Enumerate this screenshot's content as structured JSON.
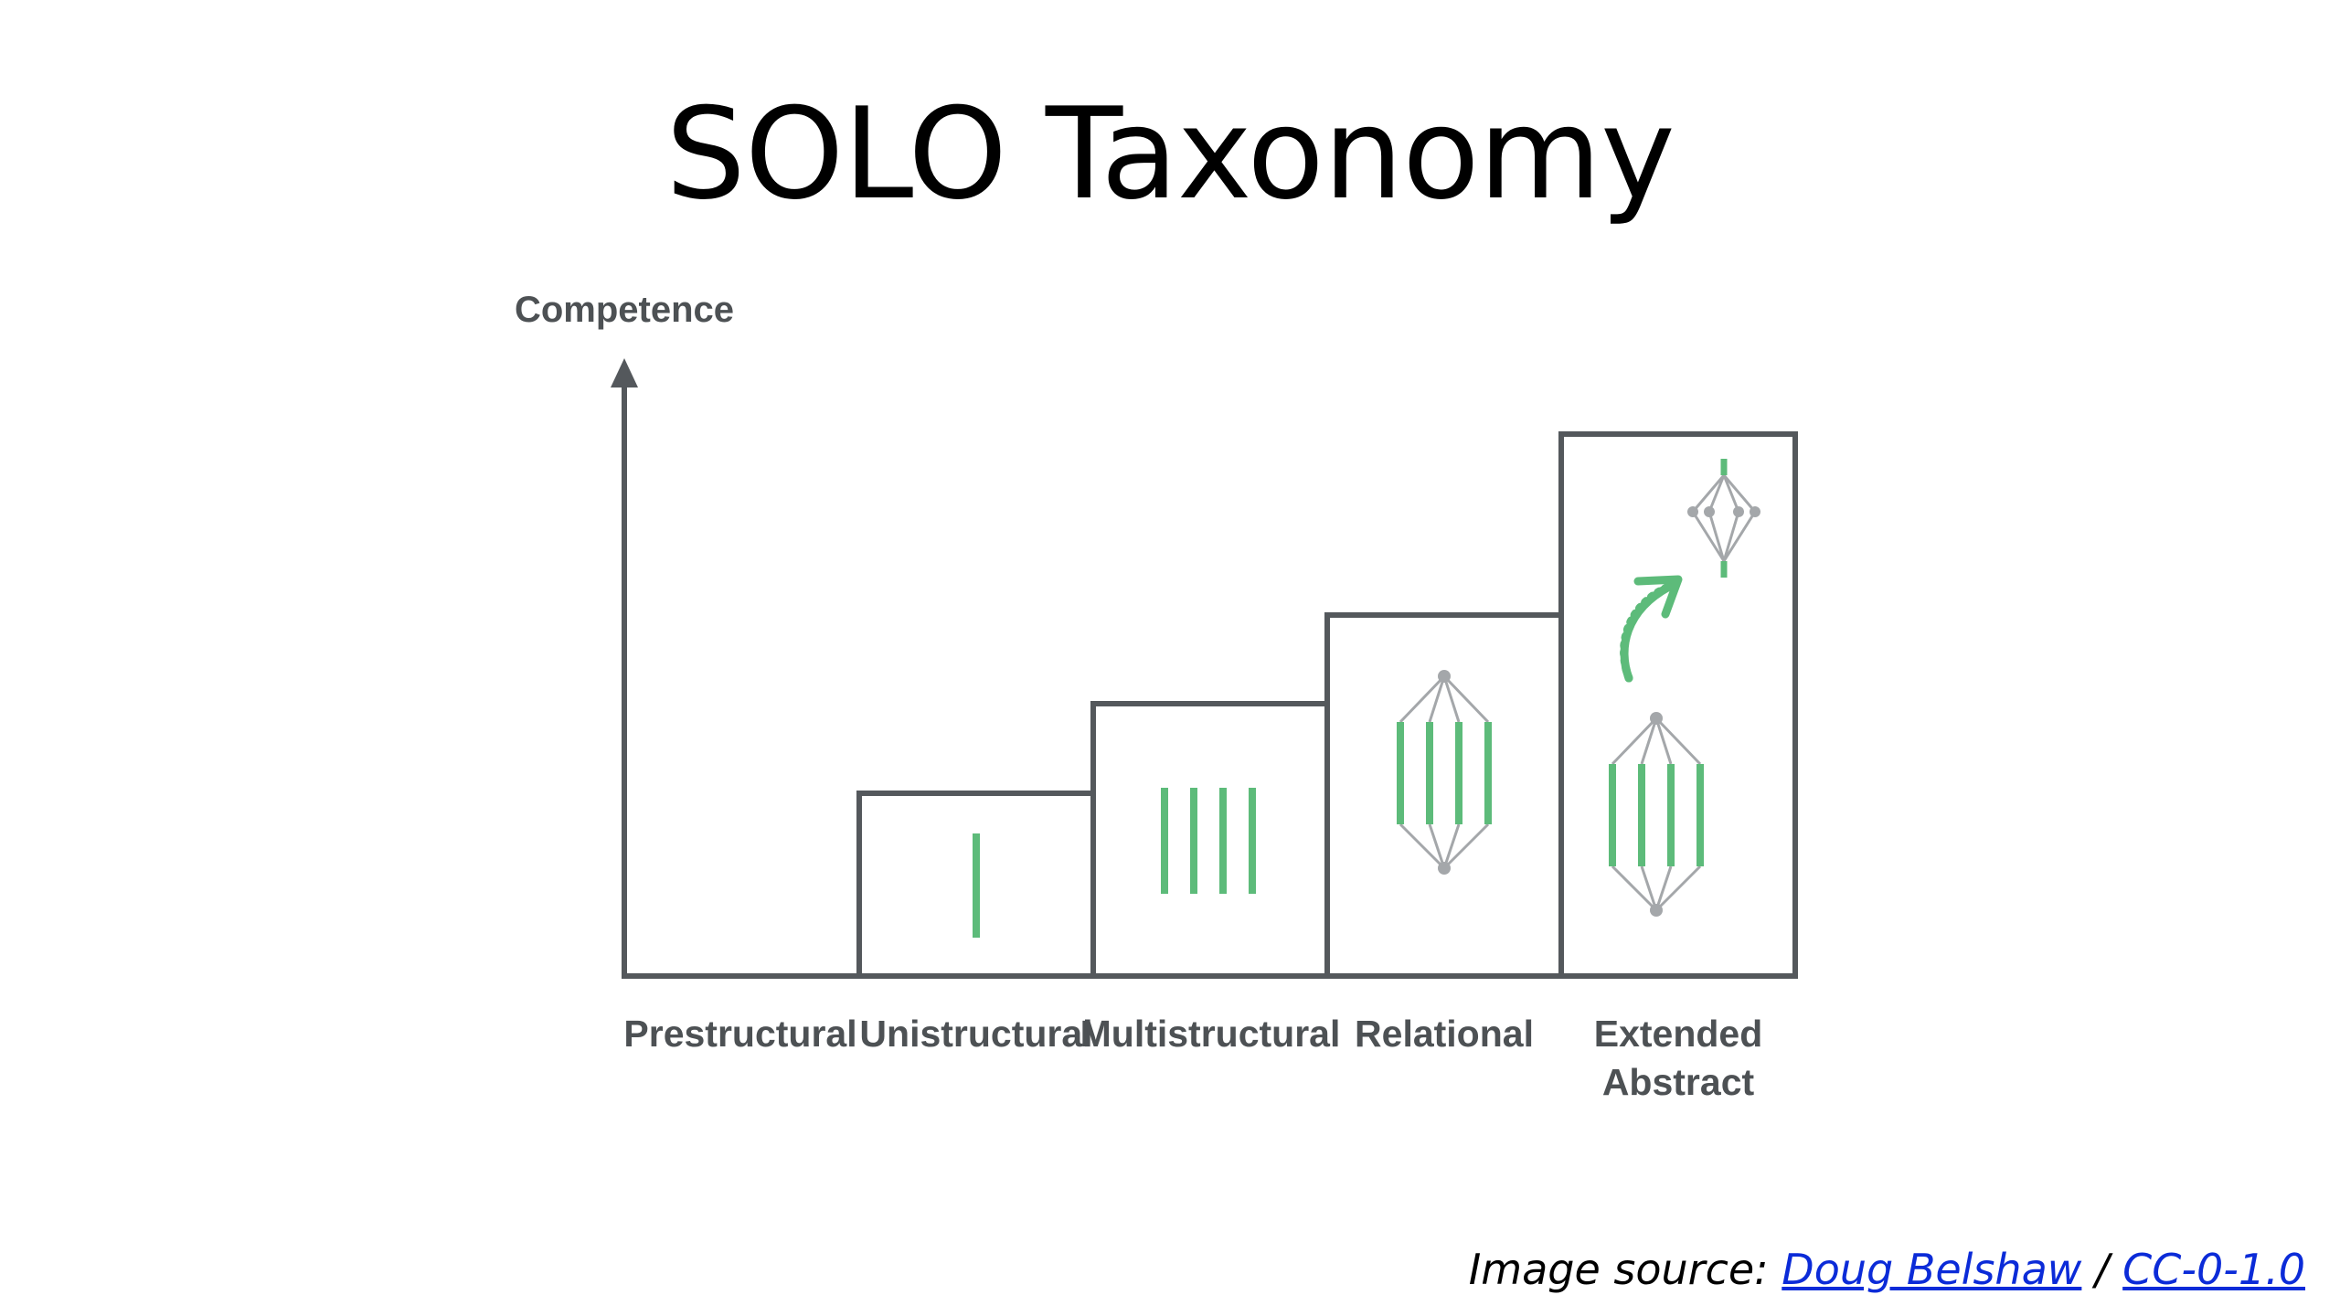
{
  "title": "SOLO Taxonomy",
  "diagram": {
    "y_axis_label": "Competence",
    "levels": [
      {
        "name": "Prestructural",
        "line1": "Prestructural",
        "line2": ""
      },
      {
        "name": "Unistructural",
        "line1": "Unistructural",
        "line2": ""
      },
      {
        "name": "Multistructural",
        "line1": "Multistructural",
        "line2": ""
      },
      {
        "name": "Relational",
        "line1": "Relational",
        "line2": ""
      },
      {
        "name": "Extended Abstract",
        "line1": "Extended",
        "line2": "Abstract"
      }
    ],
    "colors": {
      "outline": "#54585c",
      "bar": "#5dbb7a",
      "node": "#a4a7aa"
    }
  },
  "source": {
    "prefix": "Image source: ",
    "author_link": "Doug Belshaw",
    "separator": " / ",
    "license_link": "CC-0-1.0"
  }
}
